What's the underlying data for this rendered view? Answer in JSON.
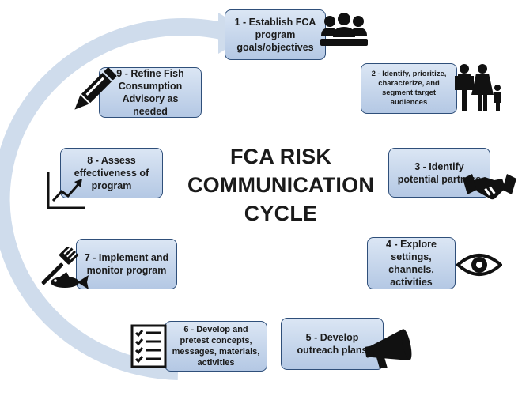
{
  "diagram": {
    "title_lines": [
      "FCA RISK",
      "COMMUNICATION",
      "CYCLE"
    ],
    "steps": [
      {
        "label": "1 - Establish FCA program goals/objectives",
        "icon": "group-of-people-icon"
      },
      {
        "label": "2 - Identify, prioritize, characterize, and segment target audiences",
        "icon": "family-icon"
      },
      {
        "label": "3 - Identify potential partners",
        "icon": "handshake-icon"
      },
      {
        "label": "4 - Explore settings, channels, activities",
        "icon": "eye-icon"
      },
      {
        "label": "5 - Develop outreach plans",
        "icon": "megaphone-icon"
      },
      {
        "label": "6 - Develop and pretest concepts, messages, materials, activities",
        "icon": "checklist-icon"
      },
      {
        "label": "7 - Implement and monitor program",
        "icon": "fork-and-fish-icon"
      },
      {
        "label": "8 - Assess effectiveness of program",
        "icon": "trend-chart-icon"
      },
      {
        "label": "9 - Refine Fish Consumption Advisory as needed",
        "icon": "pencil-icon"
      }
    ],
    "colors": {
      "box_fill_top": "#dbe6f4",
      "box_fill_bottom": "#b4c8e4",
      "box_border": "#2f4f7a",
      "ring": "#cfdcec",
      "icon": "#111111"
    }
  }
}
